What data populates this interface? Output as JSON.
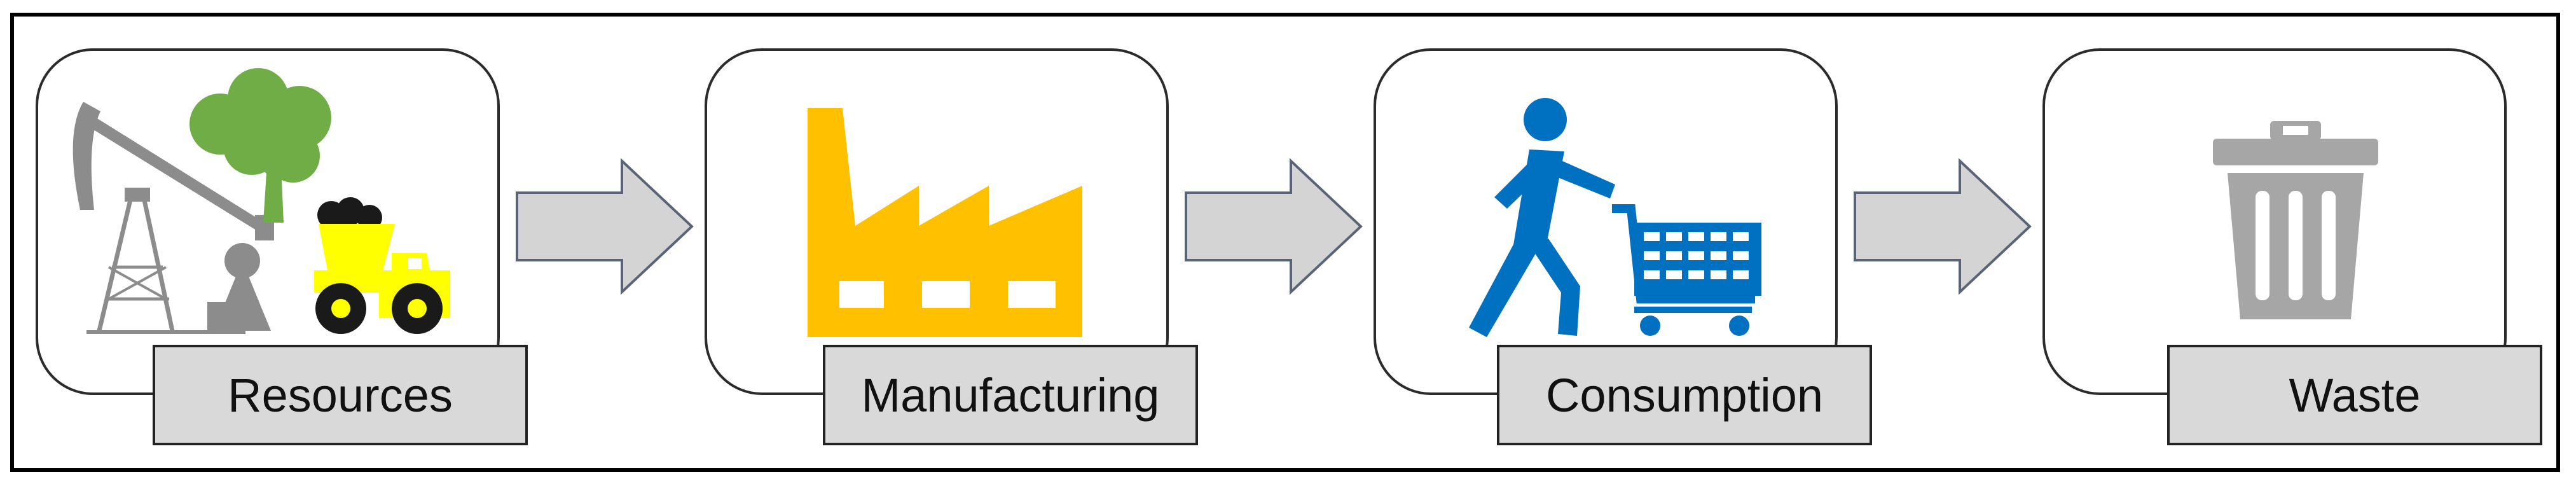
{
  "stages": [
    {
      "label": "Resources",
      "icon": "resources-icon"
    },
    {
      "label": "Manufacturing",
      "icon": "factory-icon"
    },
    {
      "label": "Consumption",
      "icon": "shopper-with-cart-icon"
    },
    {
      "label": "Waste",
      "icon": "trash-can-icon"
    }
  ],
  "colors": {
    "arrow_fill": "#d4d4d4",
    "arrow_stroke": "#5a6478",
    "label_fill": "#d9d9d9",
    "factory": "#ffc000",
    "shopper": "#0070c0",
    "tree": "#70ad47",
    "truck": "#ffff00",
    "trash": "#a6a6a6"
  }
}
